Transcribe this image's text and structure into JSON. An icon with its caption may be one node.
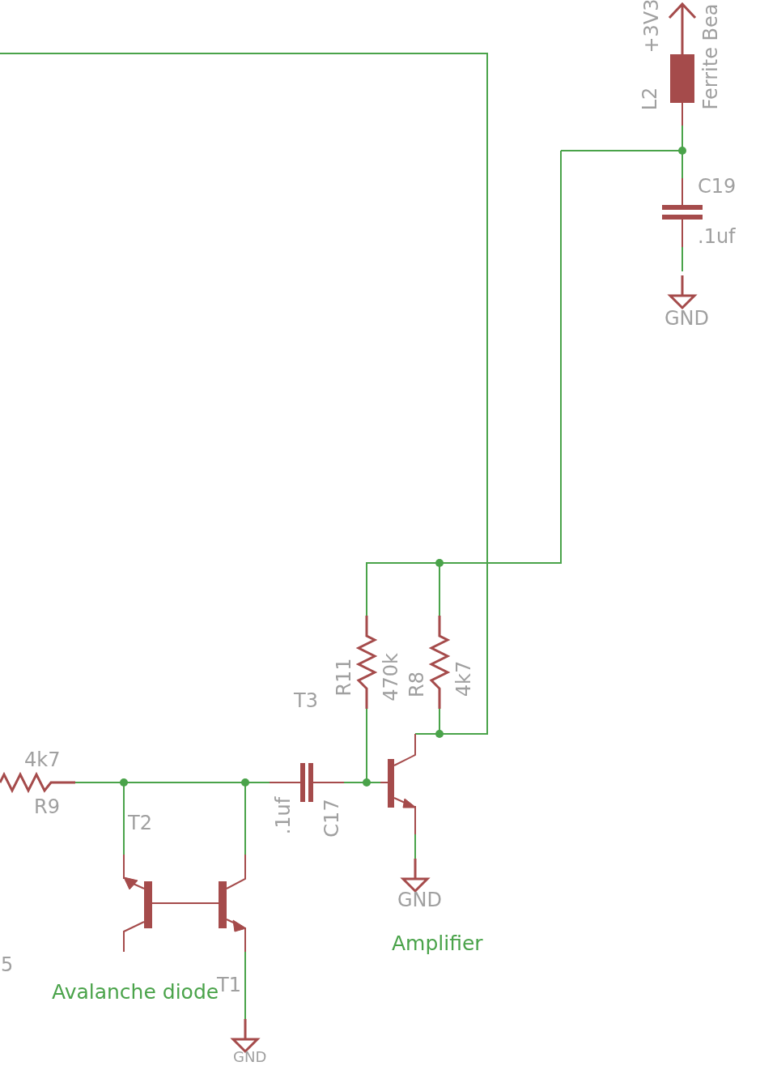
{
  "diagram": {
    "labels": [
      "+3V3",
      "Ferrite Bea",
      "L2",
      "C19",
      ".1uf",
      "GND",
      "T3",
      "R11",
      "470k",
      "R8",
      "4k7",
      "4k7",
      "R9",
      "T2",
      ".1uf",
      "C17",
      "GND",
      "Amplifier",
      "5",
      "Avalanche diode",
      "T1",
      "GND"
    ]
  }
}
